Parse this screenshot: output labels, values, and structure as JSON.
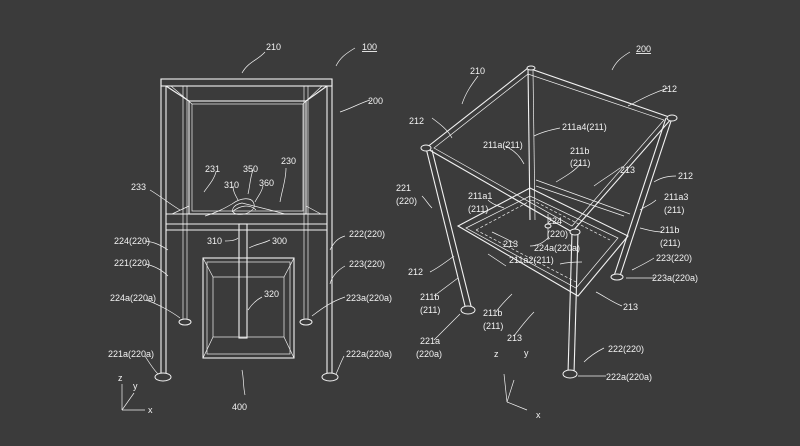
{
  "left_figure": {
    "labels": {
      "l210": "210",
      "l100": "100",
      "l200": "200",
      "l231": "231",
      "l350": "350",
      "l230": "230",
      "l233": "233",
      "l310": "310",
      "l360": "360",
      "l310b": "310",
      "l300": "300",
      "l224": "224(220)",
      "l222": "222(220)",
      "l221": "221(220)",
      "l223": "223(220)",
      "l320": "320",
      "l224a": "224a(220a)",
      "l223a": "223a(220a)",
      "l221a": "221a(220a)",
      "l222a": "222a(220a)",
      "l400": "400"
    },
    "axes": {
      "z": "z",
      "y": "y",
      "x": "x"
    }
  },
  "right_figure": {
    "labels": {
      "r200": "200",
      "r210": "210",
      "r212a": "212",
      "r212b": "212",
      "r211a4": "211a4(211)",
      "r211a": "211a(211)",
      "r211b_top": "211b",
      "r211b_top2": "(211)",
      "r213a": "213",
      "r212c": "212",
      "r221": "221",
      "r220": "(220)",
      "r211a1": "211a1",
      "r211a1b": "(211)",
      "r224": "224",
      "r224b": "(220)",
      "r211a3": "211a3",
      "r211a3b": "(211)",
      "r213b": "213",
      "r224a": "224a(220a)",
      "r211b_r": "211b",
      "r211b_r2": "(211)",
      "r211a2": "211a2(211)",
      "r223": "223(220)",
      "r212d": "212",
      "r223a": "223a(220a)",
      "r211b_l": "211b",
      "r211b_l2": "(211)",
      "r211b_m": "211b",
      "r211b_m2": "(211)",
      "r213c": "213",
      "r213d": "213",
      "r221a": "221a",
      "r221a2": "(220a)",
      "r222": "222(220)",
      "r222a": "222a(220a)"
    },
    "axes": {
      "z": "z",
      "y": "y",
      "x": "x"
    }
  }
}
